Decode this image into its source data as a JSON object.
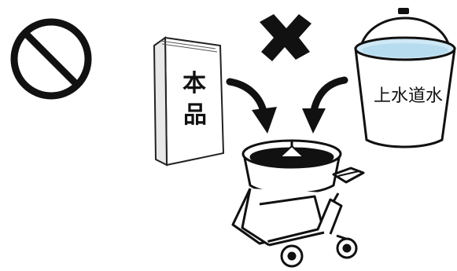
{
  "bag": {
    "label_top": "本",
    "label_bottom": "品"
  },
  "bucket": {
    "label": "上水道水"
  },
  "icons": {
    "prohibition": "prohibition-icon",
    "cross": "cross-mark-icon",
    "mixer": "mortar-mixer-icon"
  }
}
